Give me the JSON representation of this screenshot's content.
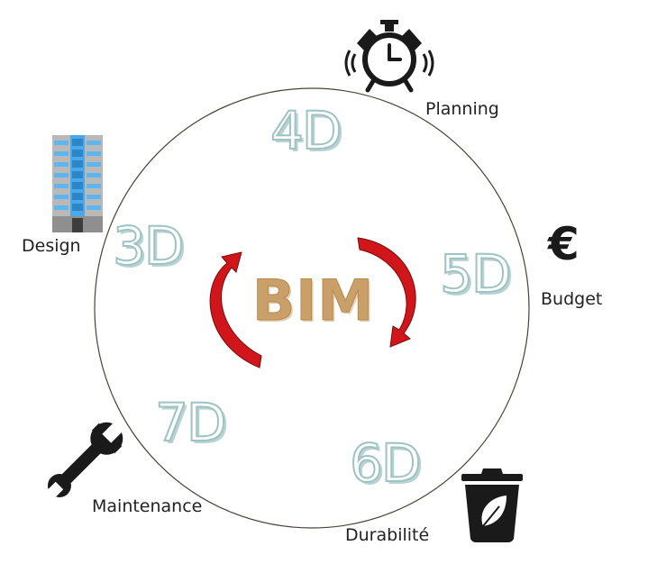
{
  "center": {
    "label": "BIM"
  },
  "dimensions": [
    {
      "id": "3d",
      "dim": "3D",
      "label": "Design",
      "icon": "building-icon"
    },
    {
      "id": "4d",
      "dim": "4D",
      "label": "Planning",
      "icon": "alarm-clock-icon"
    },
    {
      "id": "5d",
      "dim": "5D",
      "label": "Budget",
      "icon": "euro-icon",
      "glyph": "€"
    },
    {
      "id": "6d",
      "dim": "6D",
      "label": "Durabilité",
      "icon": "eco-bin-icon"
    },
    {
      "id": "7d",
      "dim": "7D",
      "label": "Maintenance",
      "icon": "wrench-icon"
    }
  ],
  "colors": {
    "circle": "#4a4336",
    "dim_text_outline": "#9ec3c3",
    "bim_text": "#c9a06a",
    "arrow": "#d0161b",
    "icon": "#1a1a1a"
  }
}
